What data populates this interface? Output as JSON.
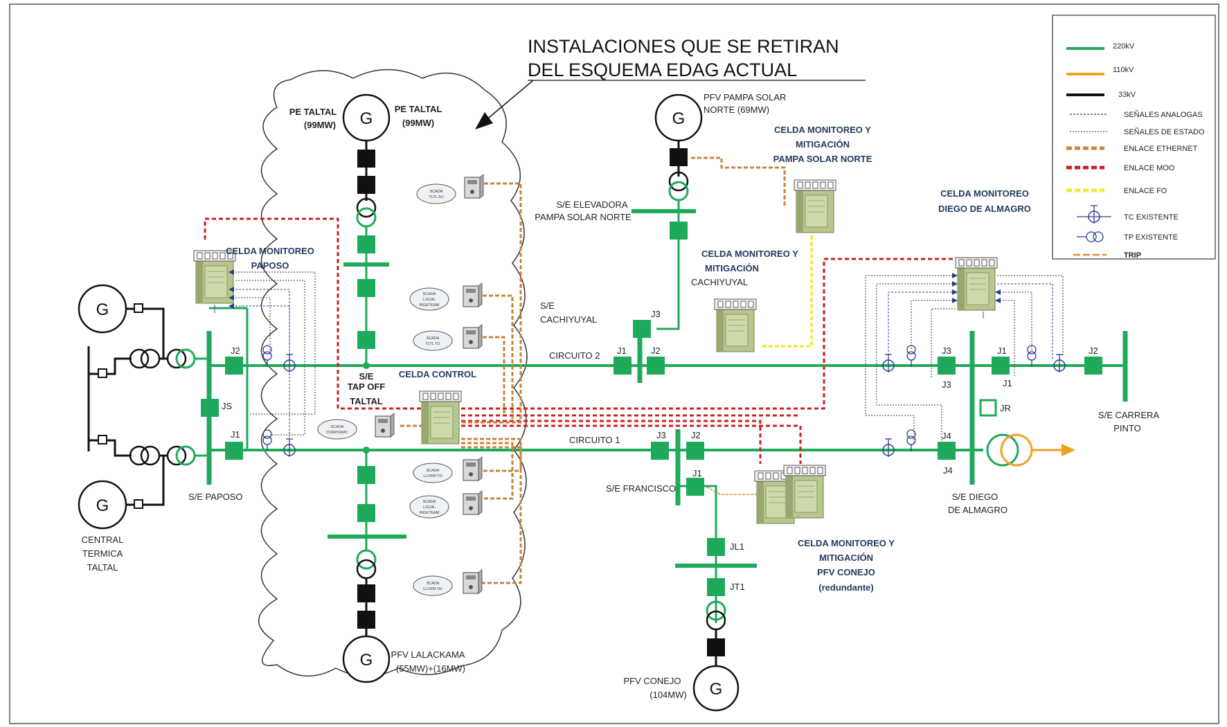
{
  "title": {
    "line1": "INSTALACIONES QUE SE RETIRAN",
    "line2": "DEL ESQUEMA EDAG ACTUAL"
  },
  "colors": {
    "kv220": "#1eaa5a",
    "kv110": "#f0a020",
    "kv33": "#111111",
    "ethernet": "#c8843c",
    "moo": "#cc1f1f",
    "fo": "#f2e832",
    "trip": "#e08a2a"
  },
  "legend": [
    {
      "label": "220kV",
      "style": "kv220"
    },
    {
      "label": "110kV",
      "style": "kv110"
    },
    {
      "label": "33kV",
      "style": "kv33"
    },
    {
      "label": "SEÑALES ANALOGAS",
      "style": "analog"
    },
    {
      "label": "SEÑALES DE ESTADO",
      "style": "estado"
    },
    {
      "label": "ENLACE ETHERNET",
      "style": "ethernet"
    },
    {
      "label": "ENLACE MOO",
      "style": "moo"
    },
    {
      "label": "ENLACE FO",
      "style": "fo"
    },
    {
      "label": "TC EXISTENTE",
      "style": "tc"
    },
    {
      "label": "TP EXISTENTE",
      "style": "tp"
    },
    {
      "label": "TRIP",
      "style": "trip"
    }
  ],
  "labels": {
    "gen_symbol": "G",
    "pe_taltal_left_1": "PE TALTAL",
    "pe_taltal_left_2": "(99MW)",
    "pe_taltal_right_1": "PE TALTAL",
    "pe_taltal_right_2": "(99MW)",
    "pfv_pampa_1": "PFV PAMPA SOLAR",
    "pfv_pampa_2": "NORTE (69MW)",
    "celda_pampa_1": "CELDA MONITOREO Y",
    "celda_pampa_2": "MITIGACIÓN",
    "celda_pampa_3": "PAMPA SOLAR NORTE",
    "se_elevadora_1": "S/E ELEVADORA",
    "se_elevadora_2": "PAMPA SOLAR NORTE",
    "celda_cach_1": "CELDA MONITOREO Y",
    "celda_cach_2": "MITIGACIÓN",
    "celda_cach_3": "CACHIYUYAL",
    "celda_diego_1": "CELDA MONITOREO",
    "celda_diego_2": "DIEGO DE ALMAGRO",
    "celda_paposo_1": "CELDA MONITOREO",
    "celda_paposo_2": "PAPOSO",
    "se_cachiyuyal_1": "S/E",
    "se_cachiyuyal_2": "CACHIYUYAL",
    "circuito2": "CIRCUITO 2",
    "circuito1": "CIRCUITO 1",
    "celda_control": "CELDA CONTROL",
    "se_tapoff_1": "S/E",
    "se_tapoff_2": "TAP OFF",
    "se_tapoff_3": "TALTAL",
    "se_paposo": "S/E PAPOSO",
    "central_1": "CENTRAL",
    "central_2": "TERMICA",
    "central_3": "TALTAL",
    "se_francisco": "S/E FRANCISCO",
    "celda_conejo_1": "CELDA MONITOREO Y",
    "celda_conejo_2": "MITIGACIÓN",
    "celda_conejo_3": "PFV CONEJO",
    "celda_conejo_4": "(redundante)",
    "pfv_lalackama_1": "PFV LALACKAMA",
    "pfv_lalackama_2": "(55MW)+(16MW)",
    "pfv_conejo_1": "PFV CONEJO",
    "pfv_conejo_2": "(104MW)",
    "se_diego_1": "S/E DIEGO",
    "se_diego_2": "DE ALMAGRO",
    "se_carrera_1": "S/E CARRERA",
    "se_carrera_2": "PINTO",
    "j2_paposo": "J2",
    "js": "JS",
    "j1_paposo": "J1",
    "j3_cach": "J3",
    "j1_cach": "J1",
    "j2_cach": "J2",
    "j3_diego": "J3",
    "j3_diego_b": "J3",
    "j1_diego": "J1",
    "j1_diego_b": "J1",
    "j2_carrera": "J2",
    "jr": "JR",
    "j4_diego": "J4",
    "j4_diego_b": "J4",
    "j3_fran": "J3",
    "j2_fran": "J2",
    "j1_fran": "J1",
    "jl1": "JL1",
    "jt1": "JT1"
  },
  "scada": {
    "s1": [
      "SCADA",
      "TLTL SU"
    ],
    "s2": [
      "SCADA",
      "LOCAL",
      "INGETEAM"
    ],
    "s3": [
      "SCADA",
      "TLTL TO"
    ],
    "s4": [
      "SCADA",
      "CORPORAT."
    ],
    "s5": [
      "SCADA",
      "LLCKM TO"
    ],
    "s6": [
      "SCADA",
      "LOCAL",
      "INGETEAM"
    ],
    "s7": [
      "SCADA",
      "LLCKM SU"
    ]
  }
}
